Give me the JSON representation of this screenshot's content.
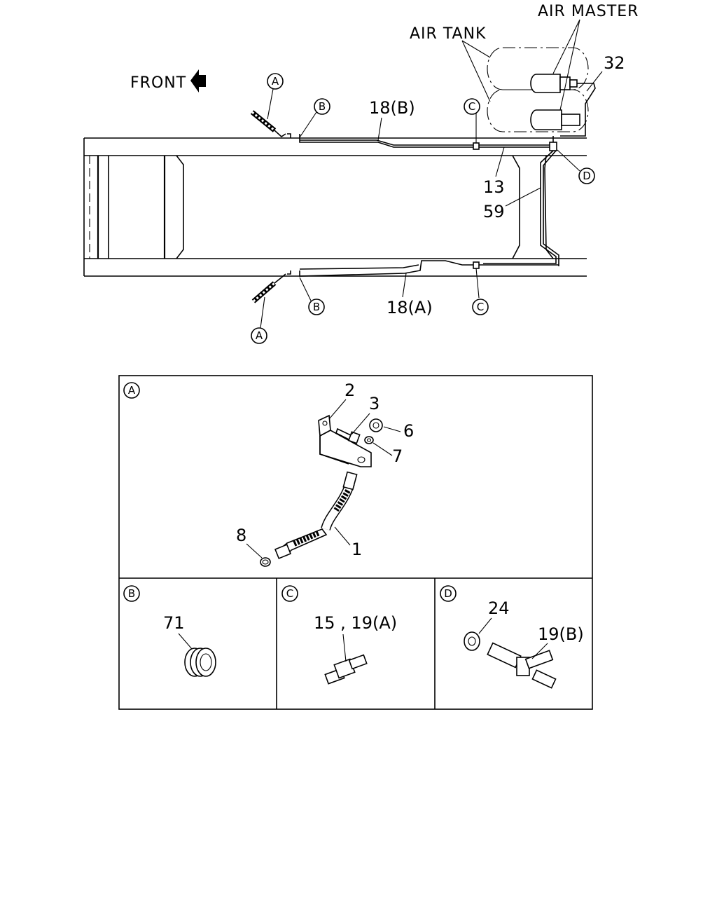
{
  "diagram": {
    "top": {
      "front_label": "FRONT",
      "air_tank_label": "AIR TANK",
      "air_master_label": "AIR MASTER",
      "callouts": {
        "p32": "32",
        "p13": "13",
        "p59": "59",
        "p18b": "18(B)",
        "p18a": "18(A)"
      },
      "markers": {
        "a": "A",
        "b": "B",
        "c": "C",
        "d": "D"
      }
    },
    "detail_a": {
      "marker": "A",
      "parts": [
        "2",
        "3",
        "6",
        "7",
        "8",
        "1"
      ]
    },
    "detail_b": {
      "marker": "B",
      "parts": [
        "71"
      ]
    },
    "detail_c": {
      "marker": "C",
      "parts": [
        "15 , 19(A)"
      ]
    },
    "detail_d": {
      "marker": "D",
      "parts": [
        "24",
        "19(B)"
      ]
    }
  }
}
